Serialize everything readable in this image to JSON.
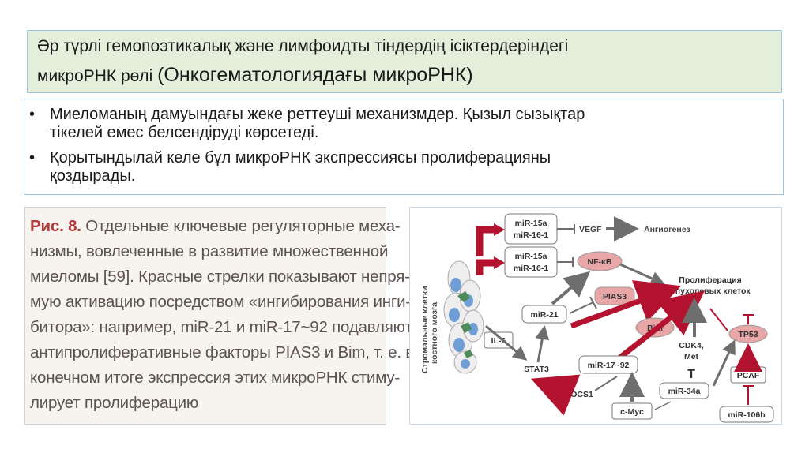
{
  "title": {
    "line1": "Әр түрлі гемопоэтикалық және лимфоидты тіндердің ісіктердеріндегі",
    "line2_small": "микроРНК рөлі ",
    "line2_big": "(Онкогематологиядағы микроРНК)"
  },
  "bullets": [
    {
      "line1": " Миеломаның дамуындағы жеке реттеуші механизмдер. Қызыл сызықтар",
      "line2": "тікелей емес  белсендіруді көрсетеді."
    },
    {
      "line1": "Қорытындылай келе бұл микроРНК экспрессиясы  пролиферацияны",
      "line2": "қоздырады."
    }
  ],
  "bullet_glyph": "•",
  "caption": {
    "fig_label": "Рис. 8.",
    "line1_rest": " Отдельные ключевые регуляторные меха-",
    "lines": [
      "низмы, вовлеченные в развитие множественной",
      "миеломы [59]. Красные стрелки показывают непря-",
      "мую активацию посредством «ингибирования инги-",
      "битора»: например, miR-21 и miR-17~92 подавляют",
      "антипролиферативные факторы PIAS3 и Bim, т. е. в",
      "конечном итоге экспрессия этих микроРНК стиму-",
      "лирует пролиферацию"
    ]
  },
  "diagram": {
    "stromal_label_line1": "Стромальные клетки",
    "stromal_label_line2": "костного мозга",
    "mir15a_1": "miR-15a",
    "mir161_1": "miR-16-1",
    "mir15a_2": "miR-15a",
    "mir161_2": "miR-16-1",
    "vegf": "VEGF",
    "angiogenesis": "Ангиогенез",
    "nfkb": "NF-κB",
    "prolif_line1": "Пролиферация",
    "prolif_line2": "опухолевых клеток",
    "mir21": "miR-21",
    "pias3": "PIAS3",
    "il6": "IL-6",
    "bim": "Bim",
    "cdk4": "CDK4,",
    "met": "Met",
    "tp53": "TP53",
    "stat3": "STAT3",
    "mir1792": "miR-17~92",
    "t_bar": "T",
    "pcaf": "PCAF",
    "mir34a": "miR-34a",
    "socs1": "SOCS1",
    "cmyc": "c-Myc",
    "mir106b": "miR-106b",
    "colors": {
      "red": "#b3132f",
      "gray": "#6e6e6e",
      "pink": "#e8a6a6",
      "cell_blue": "#6f9ed6",
      "cell_green": "#4f8a5a"
    }
  }
}
